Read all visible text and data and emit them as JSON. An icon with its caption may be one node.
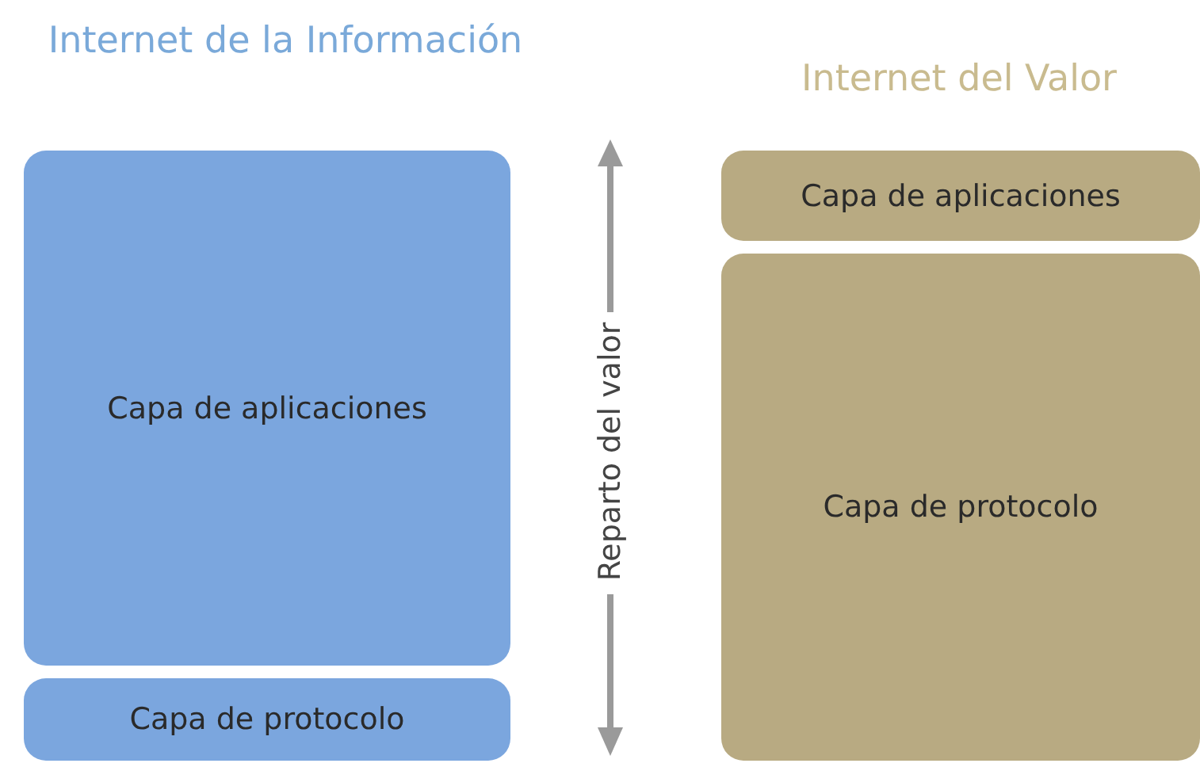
{
  "diagram": {
    "nodes": [
      {
        "text": [
          "Capa de aplicaciones"
        ]
      },
      {
        "text": [
          "Capa de protocolo"
        ]
      },
      {
        "text": [
          "Capa de aplicaciones"
        ]
      },
      {
        "text": [
          "Capa de protocolo"
        ]
      }
    ],
    "labels": [
      "Internet de la Información",
      "Internet del Valor",
      "Reparto del valor"
    ]
  }
}
